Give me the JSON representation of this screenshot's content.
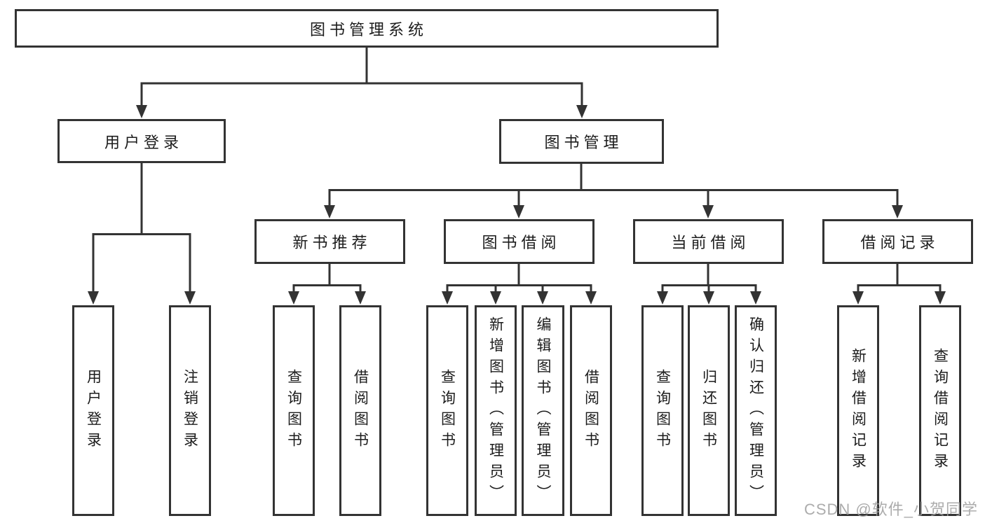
{
  "tree": {
    "label": "图书管理系统",
    "children": [
      {
        "label": "用户登录",
        "children": [
          {
            "label": "用户登录"
          },
          {
            "label": "注销登录"
          }
        ]
      },
      {
        "label": "图书管理",
        "children": [
          {
            "label": "新书推荐",
            "children": [
              {
                "label": "查询图书"
              },
              {
                "label": "借阅图书"
              }
            ]
          },
          {
            "label": "图书借阅",
            "children": [
              {
                "label": "查询图书"
              },
              {
                "label": "新增图书（管理员）"
              },
              {
                "label": "编辑图书（管理员）"
              },
              {
                "label": "借阅图书"
              }
            ]
          },
          {
            "label": "当前借阅",
            "children": [
              {
                "label": "查询图书"
              },
              {
                "label": "归还图书"
              },
              {
                "label": "确认归还（管理员）"
              }
            ]
          },
          {
            "label": "借阅记录",
            "children": [
              {
                "label": "新增借阅记录"
              },
              {
                "label": "查询借阅记录"
              }
            ]
          }
        ]
      }
    ]
  },
  "watermark": {
    "text": "CSDN @软件_小贺同学"
  },
  "colors": {
    "line": "#333333",
    "text": "#1c1c1c",
    "background": "#ffffff",
    "watermark": "#9e9e9e"
  }
}
